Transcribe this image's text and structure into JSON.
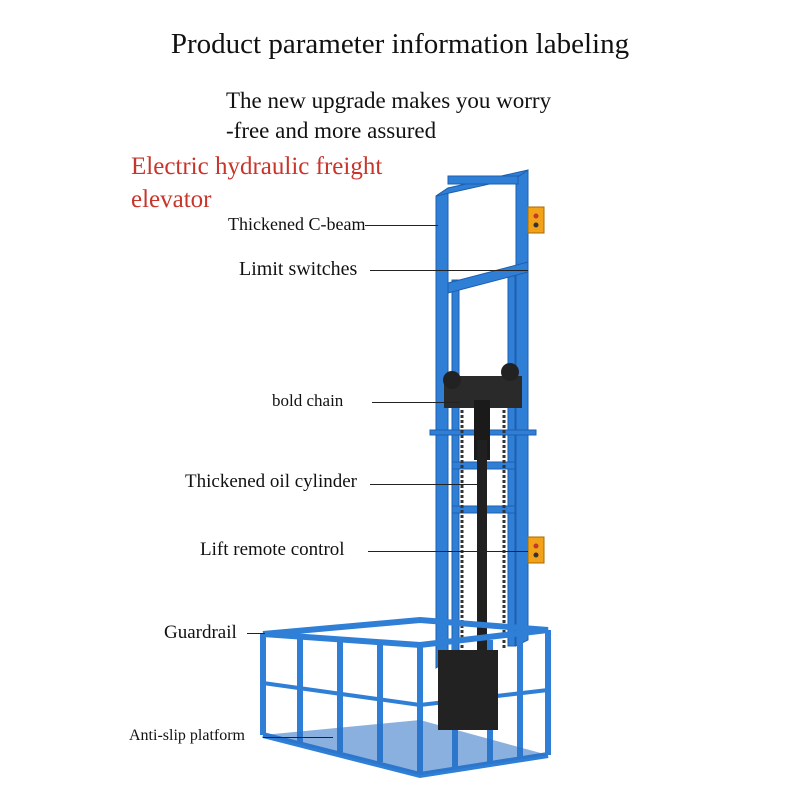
{
  "heading": {
    "title": "Product parameter information labeling",
    "subtitle_line1": "The new upgrade makes you worry",
    "subtitle_line2": "-free and more assured",
    "product_line1": "Electric  hydraulic freight",
    "product_line2": "elevator"
  },
  "labels": {
    "c_beam": "Thickened C-beam",
    "limit_switches": "Limit switches",
    "bold_chain": "bold chain",
    "oil_cylinder": "Thickened oil cylinder",
    "remote_control": "Lift remote control",
    "guardrail": "Guardrail",
    "platform": "Anti-slip platform"
  },
  "colors": {
    "frame_blue": "#2f7fd6",
    "frame_dark": "#1d5fae",
    "control_box": "#f2a219",
    "title_red": "#c8352b"
  }
}
